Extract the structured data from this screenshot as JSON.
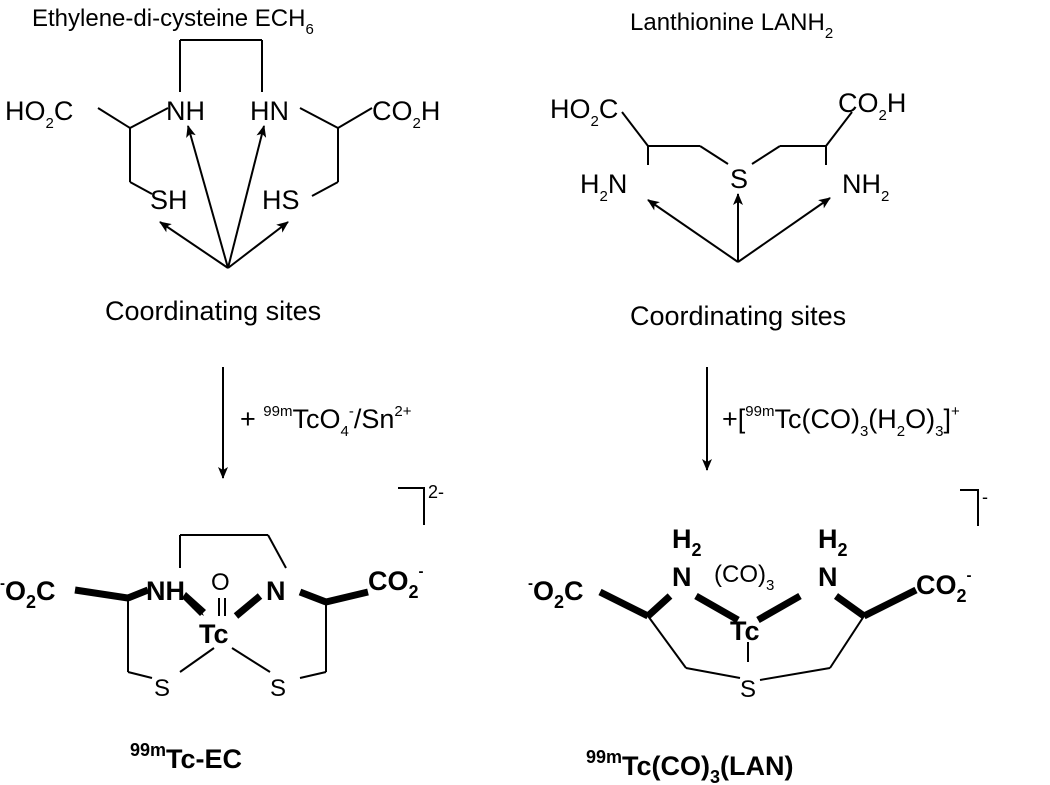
{
  "left": {
    "title": {
      "main": "Ethylene-di-cysteine ECH",
      "sub": "6"
    },
    "ligand": {
      "ho2c_a": "HO",
      "ho2c_b": "2",
      "ho2c_c": "C",
      "nh_left": "NH",
      "hn_right": "HN",
      "co2h_a": "CO",
      "co2h_b": "2",
      "co2h_c": "H",
      "sh_left": "SH",
      "hs_right": "HS"
    },
    "caption": "Coordinating sites",
    "reagent": {
      "plus": "+ ",
      "mass": "99m",
      "tc": "TcO",
      "sub4": "4",
      "minus": "-",
      "slash": "/Sn",
      "charge": "2+"
    },
    "complex": {
      "charge": "2-",
      "o2c_minus": "-",
      "o2c_a": "O",
      "o2c_b": "2",
      "o2c_c": "C",
      "nh": "NH",
      "o": "O",
      "n": "N",
      "co2_a": "CO",
      "co2_b": "2",
      "co2_minus": "-",
      "tc": "Tc",
      "s_left": "S",
      "s_right": "S"
    },
    "name": {
      "mass": "99m",
      "text": "Tc-EC"
    }
  },
  "right": {
    "title": {
      "main": "Lanthionine LANH",
      "sub": "2"
    },
    "ligand": {
      "ho2c_a": "HO",
      "ho2c_b": "2",
      "ho2c_c": "C",
      "co2h_a": "CO",
      "co2h_b": "2",
      "co2h_c": "H",
      "h2n_a": "H",
      "h2n_b": "2",
      "h2n_c": "N",
      "s": "S",
      "nh2_a": "NH",
      "nh2_b": "2"
    },
    "caption": "Coordinating sites",
    "reagent": {
      "plus": "+[",
      "mass": "99m",
      "tc": "Tc(CO)",
      "sub3a": "3",
      "h2o": "(H",
      "sub2": "2",
      "o": "O)",
      "sub3b": "3",
      "close": "]",
      "charge": "+"
    },
    "complex": {
      "charge": "-",
      "o2c_minus": "-",
      "o2c_a": "O",
      "o2c_b": "2",
      "o2c_c": "C",
      "h2_left_a": "H",
      "h2_left_b": "2",
      "n_left": "N",
      "co3_a": "(CO)",
      "co3_b": "3",
      "h2_right_a": "H",
      "h2_right_b": "2",
      "n_right": "N",
      "co2_a": "CO",
      "co2_b": "2",
      "co2_minus": "-",
      "tc": "Tc",
      "s": "S"
    },
    "name": {
      "mass": "99m",
      "text": "Tc(CO)",
      "sub": "3",
      "tail": "(LAN)"
    }
  }
}
